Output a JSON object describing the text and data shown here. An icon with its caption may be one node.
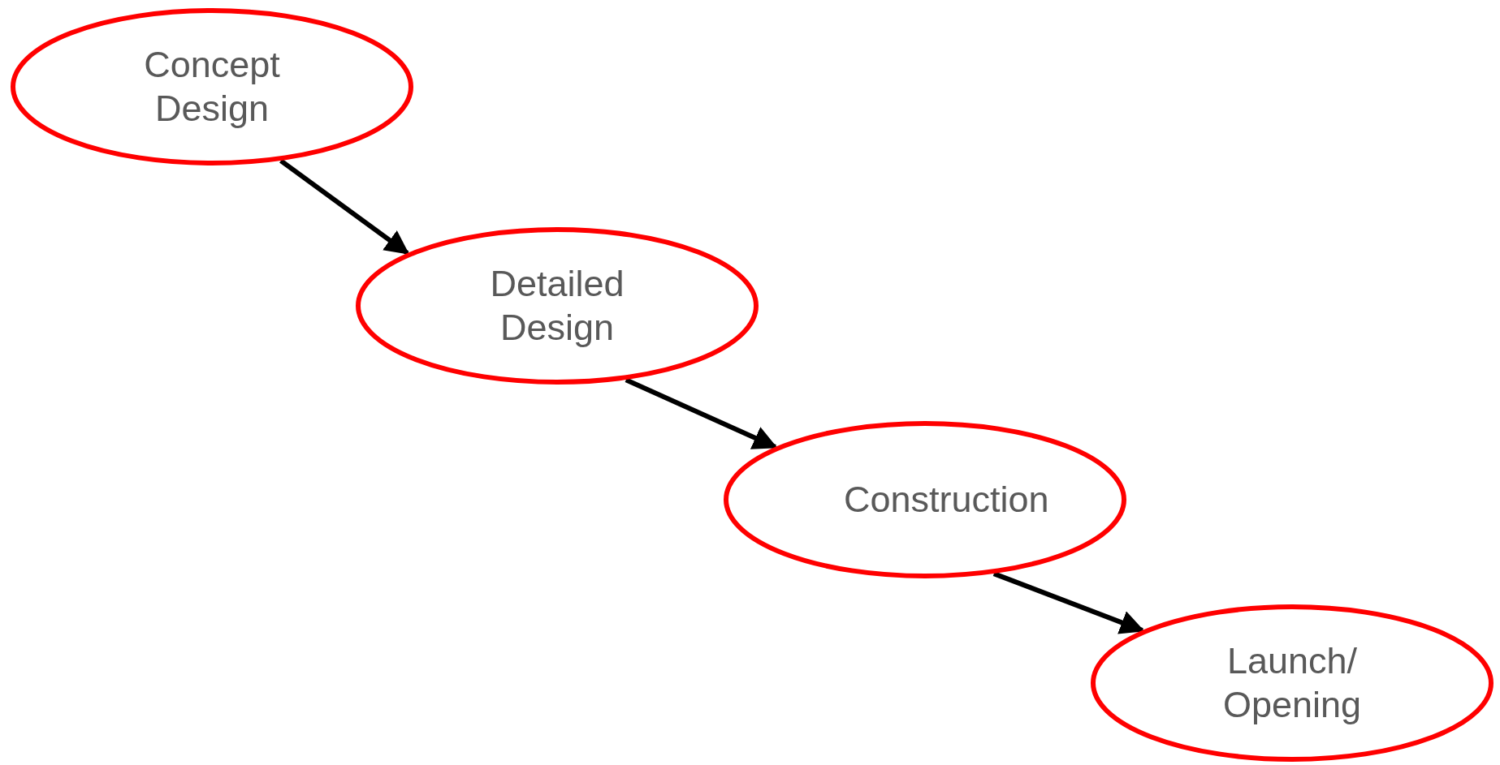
{
  "diagram": {
    "nodes": [
      {
        "text": [
          "Concept Design"
        ]
      },
      {
        "text": [
          "Detailed Design"
        ]
      },
      {
        "text": [
          "Construction"
        ]
      },
      {
        "text": [
          "Launch/ Opening"
        ]
      }
    ],
    "edges": [
      {
        "from": 0,
        "to": 1,
        "arrow": "to"
      },
      {
        "from": 1,
        "to": 2,
        "arrow": "to"
      },
      {
        "from": 2,
        "to": 3,
        "arrow": "to"
      }
    ]
  }
}
